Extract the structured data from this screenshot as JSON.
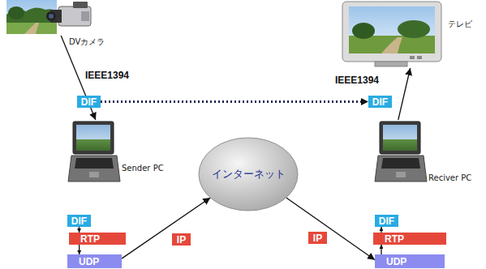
{
  "diagram": {
    "nodes": [
      {
        "text": [
          "DVカメラ"
        ]
      },
      {
        "text": [
          "テレビ"
        ]
      },
      {
        "text": [
          "DIF"
        ]
      },
      {
        "text": [
          "DIF"
        ]
      },
      {
        "text": [
          "Sender PC"
        ]
      },
      {
        "text": [
          "インターネット"
        ]
      },
      {
        "text": [
          "Reciver PC"
        ]
      },
      {
        "text": [
          "DIF"
        ]
      },
      {
        "text": [
          "DIF"
        ]
      },
      {
        "text": [
          "RTP"
        ]
      },
      {
        "text": [
          "IP"
        ]
      },
      {
        "text": [
          "IP"
        ]
      },
      {
        "text": [
          "RTP"
        ]
      },
      {
        "text": [
          "UDP"
        ]
      },
      {
        "text": [
          "UDP"
        ]
      }
    ],
    "edges": [
      {
        "from": 0,
        "to": 4,
        "arrow": "to",
        "label": "IEEE1394"
      },
      {
        "from": 2,
        "to": 3,
        "arrow": "to"
      },
      {
        "from": 6,
        "to": 1,
        "arrow": "to",
        "label": "IEEE1394"
      },
      {
        "from": 7,
        "to": 9,
        "arrow": "to"
      },
      {
        "from": 9,
        "to": 13,
        "arrow": "to"
      },
      {
        "from": 13,
        "to": 5,
        "arrow": "to"
      },
      {
        "from": 5,
        "to": 14,
        "arrow": "to"
      },
      {
        "from": 14,
        "to": 12,
        "arrow": "to"
      },
      {
        "from": 12,
        "to": 8,
        "arrow": "to"
      }
    ]
  }
}
